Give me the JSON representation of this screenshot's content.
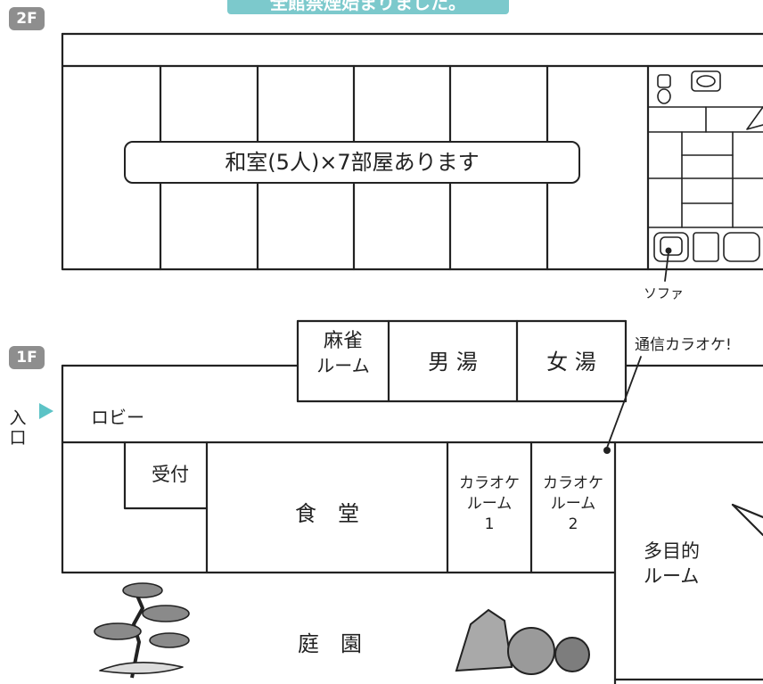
{
  "banner": {
    "text": "全館禁煙始まりました。"
  },
  "floor2": {
    "badge": "2F",
    "callout": "和室(5人)×7部屋あります",
    "sofa_label": "ソファ"
  },
  "floor1": {
    "badge": "1F",
    "entrance": "入口",
    "lobby": "ロビー",
    "mahjong": [
      "麻雀",
      "ルーム"
    ],
    "men_bath": "男 湯",
    "women_bath": "女 湯",
    "karaoke_note": "通信カラオケ!",
    "reception": "受付",
    "dining": "食　堂",
    "karaoke1": [
      "カラオケ",
      "ルーム",
      "1"
    ],
    "karaoke2": [
      "カラオケ",
      "ルーム",
      "2"
    ],
    "multipurpose": [
      "多目的",
      "ルーム"
    ],
    "garden": "庭　園"
  },
  "colors": {
    "line": "#222222",
    "badge": "#8e8e8e",
    "banner": "#7cc9cc",
    "arrow": "#5cc3c6",
    "rock": "#9a9a9a",
    "tree": "#6f6f6f"
  }
}
